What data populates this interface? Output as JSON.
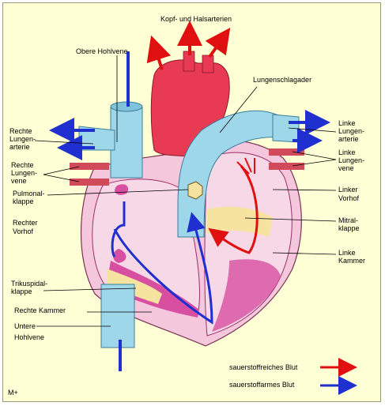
{
  "labels": {
    "kopf_halsarterien": "Kopf- und Halsarterien",
    "obere_hohlvene": "Obere Hohlvene",
    "lungenschlagader": "Lungenschlagader",
    "rechte_lungenarterie": [
      "Rechte",
      "Lungen-",
      "arterie"
    ],
    "rechte_lungenvene": [
      "Rechte",
      "Lungen-",
      "vene"
    ],
    "pulmonalklappe": [
      "Pulmonal-",
      "klappe"
    ],
    "rechter_vorhof": [
      "Rechter",
      "Vorhof"
    ],
    "trikuspidalklappe": [
      "Trikuspidal-",
      "klappe"
    ],
    "rechte_kammer": "Rechte Kammer",
    "untere_hohlvene": [
      "Untere",
      "Hohlvene"
    ],
    "linke_lungenarterie": [
      "Linke",
      "Lungen-",
      "arterie"
    ],
    "linke_lungenvene": [
      "Linke",
      "Lungen-",
      "vene"
    ],
    "linker_vorhof": [
      "Linker",
      "Vorhof"
    ],
    "mitralklappe": [
      "Mitral-",
      "klappe"
    ],
    "linke_kammer": [
      "Linke",
      "Kammer"
    ]
  },
  "legend": {
    "oxygen_rich": "sauerstoffreiches Blut",
    "oxygen_poor": "sauerstoffarmes Blut"
  },
  "signature": "M+",
  "colors": {
    "background": "#ffffd6",
    "oxygen_rich": "#e01010",
    "oxygen_poor": "#1f2fd0",
    "vessel_blue": "#9fd7ea",
    "aorta_red": "#e83a52",
    "muscle_pink": "#f3b9d2",
    "muscle_magenta": "#d84fa2",
    "valve_yellow": "#f7e3a0"
  }
}
